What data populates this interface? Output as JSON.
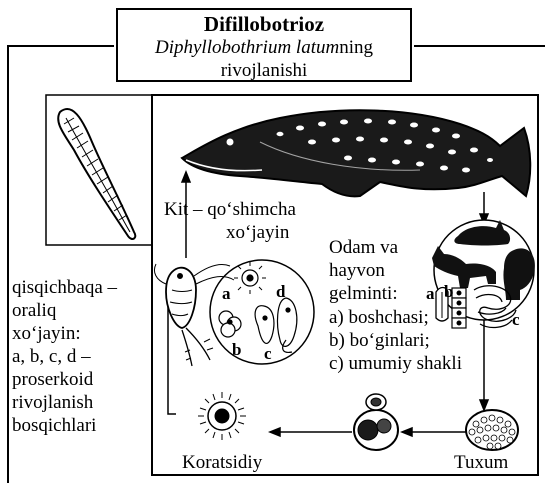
{
  "title": {
    "main": "Difillobotrioz",
    "species_italic": "Diphyllobothrium latum",
    "species_suffix": "ning",
    "subtitle": "rivojlanishi"
  },
  "labels": {
    "kit_line1": "Kit – qo‘shimcha",
    "kit_line2": "xo‘jayin",
    "host_lines": [
      "Odam va",
      "hayvon",
      "gelminti:",
      "a) boshchasi;",
      "b) bo‘ginlari;",
      "c) umumiy shakli"
    ],
    "intermediate_lines": [
      "qisqichbaqa –",
      "oraliq",
      "xo‘jayin:",
      "a, b, c, d –",
      "proserkoid",
      "rivojlanish",
      "bosqichlari"
    ],
    "koratsidiy": "Koratsidiy",
    "tuxum": "Tuxum"
  },
  "stage_letters": {
    "crustacean": [
      "a",
      "b",
      "c",
      "d"
    ],
    "host": [
      "a",
      "b",
      "c"
    ]
  },
  "icons": [
    "pike-fish-icon",
    "tapeworm-icon",
    "crustacean-icon",
    "coracidium-icon",
    "egg-icon",
    "human-head-icon",
    "dog-icon",
    "cat-icon"
  ]
}
